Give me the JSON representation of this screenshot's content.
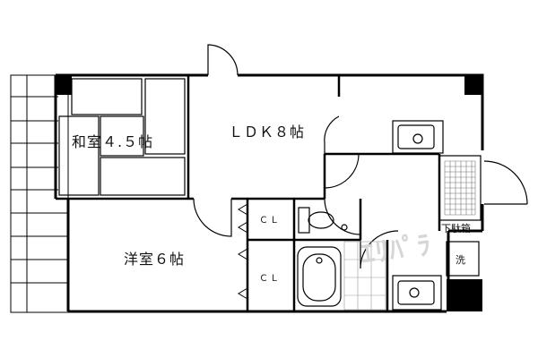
{
  "rooms": {
    "washitsu": "和室４.５帖",
    "ldk": "ＬＤＫ８帖",
    "youshitsu": "洋室６帖",
    "closet_1": "ＣＬ",
    "closet_2": "ＣＬ",
    "shoe_box": "下駄箱",
    "washer": "洗"
  },
  "watermark": "ｴﾘﾊﾟﾗ"
}
